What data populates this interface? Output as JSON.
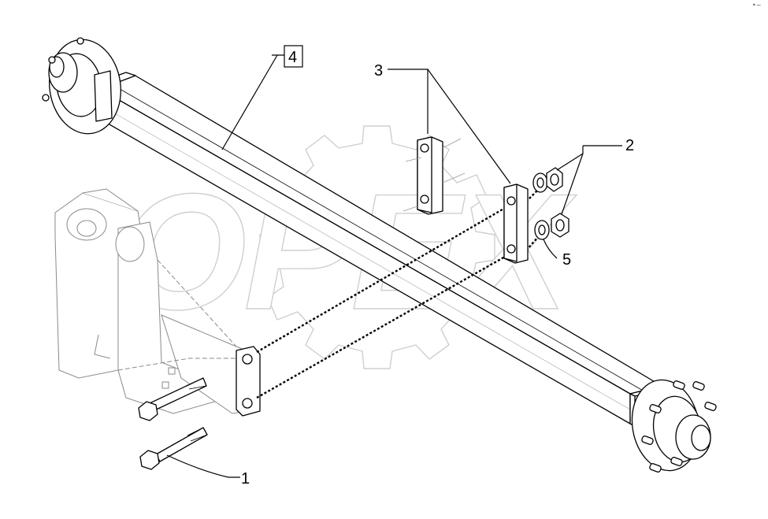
{
  "diagram": {
    "callouts": [
      {
        "id": "1",
        "label": "1",
        "boxed": false
      },
      {
        "id": "2",
        "label": "2",
        "boxed": false
      },
      {
        "id": "3",
        "label": "3",
        "boxed": false
      },
      {
        "id": "4",
        "label": "4",
        "boxed": true
      },
      {
        "id": "5",
        "label": "5",
        "boxed": false
      }
    ],
    "watermark": {
      "text": "OPEX"
    },
    "corner_mark": "•−"
  }
}
